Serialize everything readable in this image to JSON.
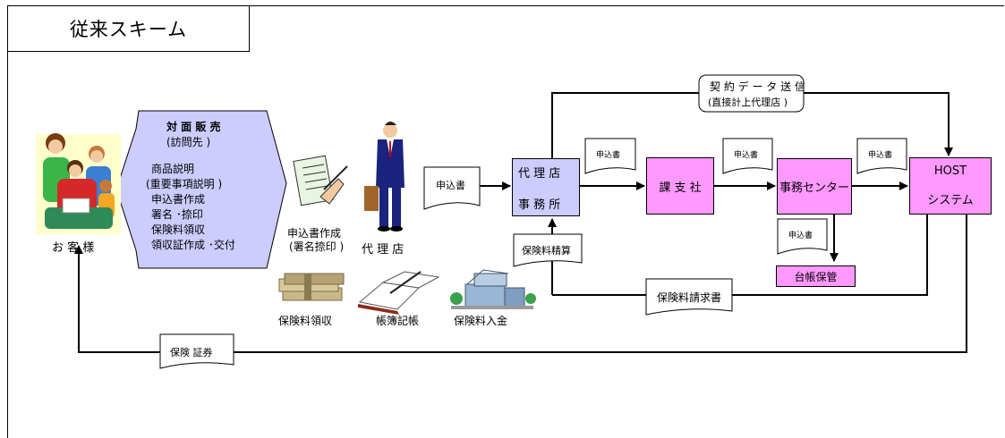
{
  "title": "従来スキーム",
  "customer": {
    "label": "お 客 様"
  },
  "sales": {
    "heading": "対 面 販 売",
    "sub": "(訪問先 )",
    "items": [
      "商品説明",
      "(重要事項説明 )",
      "申込書作成",
      "署名 ･捺印",
      "保険料領収",
      "領収証作成 ･交付"
    ]
  },
  "form_icon": {
    "line1": "申込書作成",
    "line2": "(署名捺印 )"
  },
  "agent_person": {
    "label": "代 理 店"
  },
  "bottom_icons": [
    "保険料領収",
    "帳簿記帳",
    "保険料入金"
  ],
  "docs": {
    "application_left": "申込書",
    "application_1": "申込書",
    "application_2": "申込書",
    "application_3": "申込書",
    "application_4": "申込書",
    "premium_settlement": "保険料精算",
    "premium_invoice": "保険料請求書",
    "policy": "保険 証券"
  },
  "agency_office": {
    "line1": "代 理 店",
    "line2": "事 務 所"
  },
  "branch": {
    "label": "課 支 社"
  },
  "office_center": {
    "label": "事務センター"
  },
  "ledger": {
    "label": "台帳保管"
  },
  "host": {
    "line1": "HOST",
    "line2": "システム"
  },
  "contract_send": {
    "line1": "契 約 デ ー タ 送 信",
    "line2": "(直接計上代理店 )"
  },
  "colors": {
    "pink": "#FF99FF",
    "lavender": "#CCCCFF",
    "navy": "#1a237e"
  }
}
